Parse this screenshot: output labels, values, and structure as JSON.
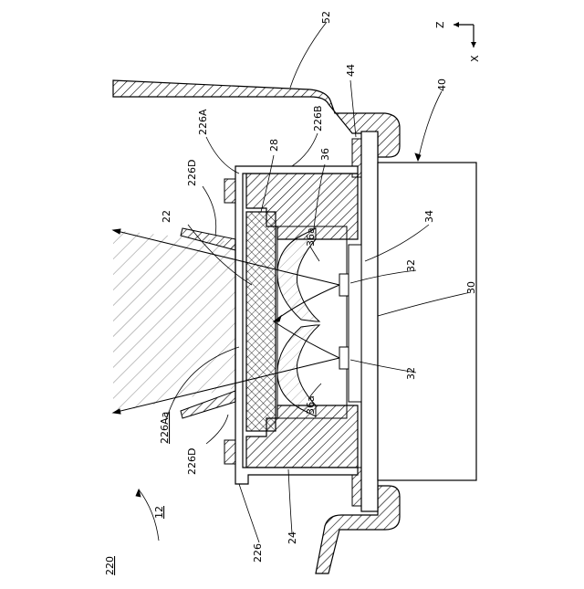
{
  "axis": {
    "z": "Z",
    "x": "X"
  },
  "labels": {
    "ref_52": "52",
    "ref_44": "44",
    "ref_40": "40",
    "ref_226A": "226A",
    "ref_226B": "226B",
    "ref_28": "28",
    "ref_36": "36",
    "ref_226D_top": "226D",
    "ref_22": "22",
    "ref_36a_top": "36a",
    "ref_34": "34",
    "ref_32_top": "32",
    "ref_30": "30",
    "ref_32_bottom": "32",
    "ref_36a_bottom": "36a",
    "ref_226Aa": "226Aa",
    "ref_226D_bottom": "226D",
    "ref_12": "12",
    "ref_220": "220",
    "ref_226": "226",
    "ref_24": "24"
  }
}
